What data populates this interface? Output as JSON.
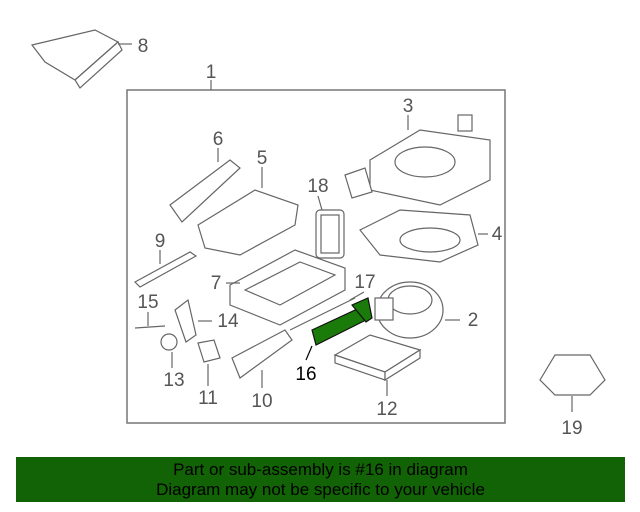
{
  "diagram": {
    "highlight_color": "#1a7a0a",
    "callouts": {
      "c1": "1",
      "c2": "2",
      "c3": "3",
      "c4": "4",
      "c5": "5",
      "c6": "6",
      "c7": "7",
      "c8": "8",
      "c9": "9",
      "c10": "10",
      "c11": "11",
      "c12": "12",
      "c13": "13",
      "c14": "14",
      "c15": "15",
      "c16": "16",
      "c17": "17",
      "c18": "18",
      "c19": "19"
    }
  },
  "banner": {
    "background": "#126305",
    "line1": "Part or sub-assembly is #16 in diagram",
    "line2": "Diagram may not be specific to your vehicle"
  }
}
